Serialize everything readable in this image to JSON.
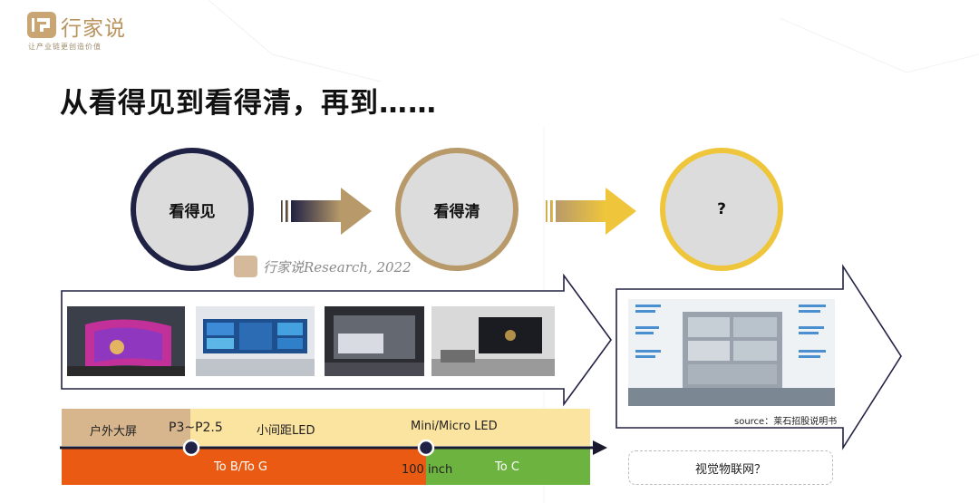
{
  "header": {
    "brand_name": "行家说",
    "brand_slogan": "让产业链更创造价值",
    "title": "从看得见到看得清，再到……"
  },
  "stages": [
    {
      "label": "看得见",
      "ring_color": "#1f2244"
    },
    {
      "label": "看得清",
      "ring_color": "#b89a6a"
    },
    {
      "label": "?",
      "ring_color": "#efc63b"
    }
  ],
  "watermark": {
    "text": "行家说Research, 2022"
  },
  "images": {
    "photos": [
      "outdoor-large-screen-photo",
      "control-room-wall-photo",
      "transparent-display-photo",
      "home-theater-wall-photo"
    ],
    "smart_home": "smart-home-iot-diagram",
    "source": "source：莱石招股说明书"
  },
  "timeline": {
    "top_labels": {
      "outdoor": "户外大屏",
      "pitch": "P3~P2.5",
      "fine_pitch": "小间距LED",
      "mini_micro": "Mini/Micro LED"
    },
    "bottom_labels": {
      "to_b": "To B/To G",
      "inch": "100 inch",
      "to_c": "To C"
    },
    "iot": "视觉物联网？"
  },
  "colors": {
    "navy": "#1f2244",
    "gold": "#b89a6a",
    "yellow": "#efc63b",
    "orange": "#ea5a12",
    "green": "#6db33f",
    "cream": "#fbe3a0",
    "tan": "#d7b68e"
  }
}
